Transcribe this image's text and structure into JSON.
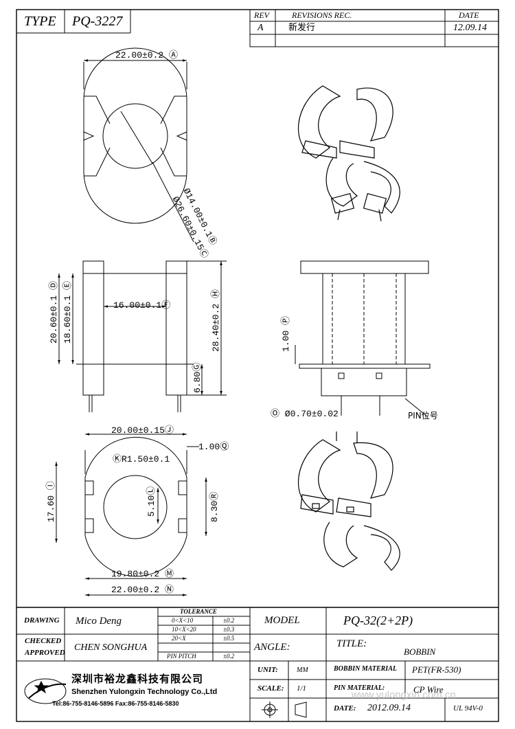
{
  "header": {
    "type_label": "TYPE",
    "type_value": "PQ-3227",
    "rev_label": "REV",
    "revisions_label": "REVISIONS REC.",
    "date_label": "DATE",
    "rev_value": "A",
    "revision_text": "新发行",
    "rev_date": "12.09.14"
  },
  "views": {
    "top": {
      "dim_width": "22.00±0.2 Ⓐ",
      "dim_inner_dia": "Ø14.00±0.1Ⓑ",
      "dim_outer_dia": "Ø26.60±0.15Ⓒ"
    },
    "side": {
      "dim_left_outer": "20.60±0.1 Ⓓ",
      "dim_left_inner": "18.60±0.1 Ⓔ",
      "dim_core": "16.00±0.1Ⓕ",
      "dim_height": "28.40±0.2 Ⓗ",
      "dim_pin": "6.80Ⓖ"
    },
    "side2": {
      "dim_flange": "1.00 Ⓟ",
      "dim_pin_dia": "Ⓞ Ø0.70±0.02",
      "pin_label": "PIN位号"
    },
    "bottom": {
      "dim_width_top": "20.00±0.15Ⓙ",
      "dim_radius": "ⓀR1.50±0.1",
      "dim_offset": "1.00Ⓠ",
      "dim_height": "17.60 Ⓘ",
      "dim_slot": "5.10Ⓛ",
      "dim_gap": "8.30Ⓡ",
      "dim_width_mid": "19.80±0.2 Ⓜ",
      "dim_width_bottom": "22.00±0.2 Ⓝ"
    }
  },
  "title_block": {
    "drawing_label": "DRAWING",
    "drawing_value": "Mico Deng",
    "checked_label": "CHECKED",
    "approved_label": "APPROVED",
    "checked_value": "CHEN SONGHUA",
    "tolerance_label": "TOLERANCE",
    "tol_rows": [
      {
        "range": "0<X<10",
        "value": "±0.2"
      },
      {
        "range": "10<X<20",
        "value": "±0.3"
      },
      {
        "range": "20<X",
        "value": "±0.5"
      },
      {
        "range": "PIN PITCH",
        "value": "±0.2"
      }
    ],
    "model_label": "MODEL",
    "model_value": "PQ-32(2+2P)",
    "angle_label": "ANGLE:",
    "title_label": "TITLE:",
    "title_value": "BOBBIN",
    "unit_label": "UNIT:",
    "unit_value": "MM",
    "bobbin_material_label": "BOBBIN MATERIAL",
    "bobbin_material_value": "PET(FR-530)",
    "scale_label": "SCALE:",
    "scale_value": "1/1",
    "pin_material_label": "PIN MATERIAL:",
    "pin_material_value": "CP Wire",
    "date_label": "DATE:",
    "date_value": "2012.09.14",
    "ul_value": "UL 94V-0"
  },
  "company": {
    "name_cn": "深圳市裕龙鑫科技有限公司",
    "name_en": "Shenzhen Yulongxin Technology Co.,Ltd",
    "contact": "Tel:86-755-8146-5896  Fax:86-755-8146-5830",
    "watermark": "www.yulongxin.com.cn"
  }
}
